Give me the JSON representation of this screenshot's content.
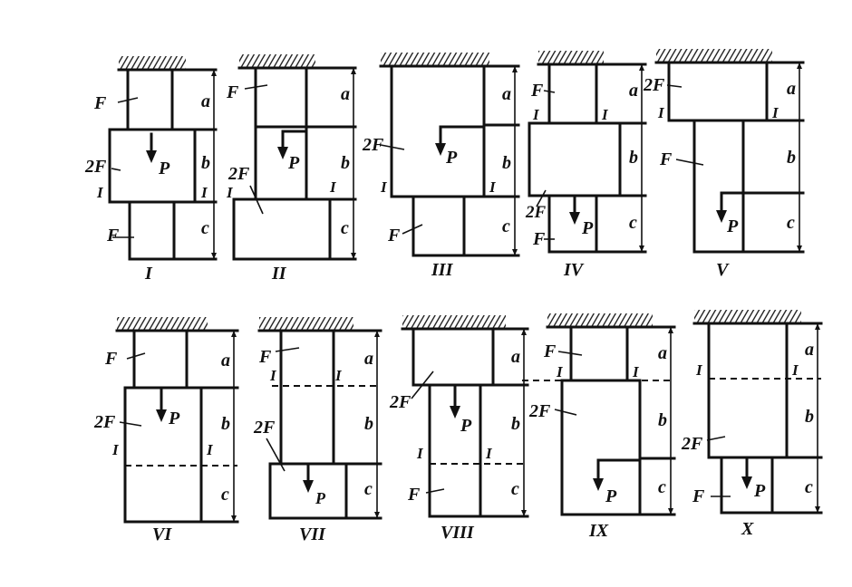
{
  "labels": {
    "force": "F",
    "double_force": "2F",
    "load": "P",
    "section": "I",
    "dim_a": "a",
    "dim_b": "b",
    "dim_c": "c"
  },
  "variants": [
    "I",
    "II",
    "III",
    "IV",
    "V",
    "VI",
    "VII",
    "VIII",
    "IX",
    "X"
  ],
  "colors": {
    "ink": "#111111",
    "paper": "#ffffff"
  }
}
